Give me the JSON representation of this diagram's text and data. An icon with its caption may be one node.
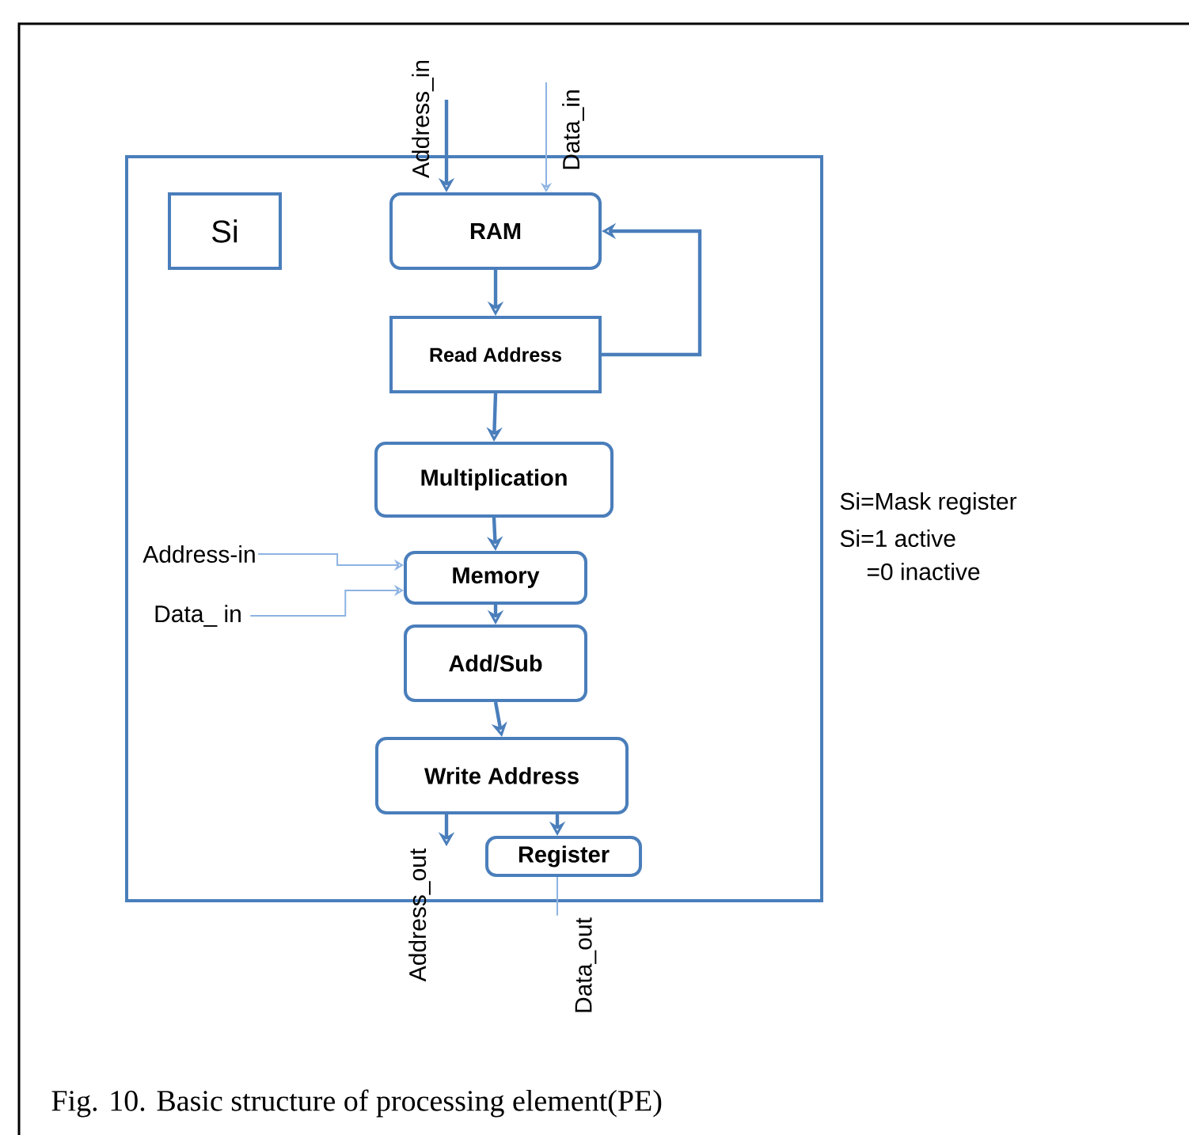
{
  "diagram": {
    "caption": "Fig. 10. Basic structure of processing element(PE)",
    "nodes": [
      {
        "text": [],
        "shape": "box"
      },
      {
        "text": [
          "Si"
        ],
        "in": 0
      },
      {
        "text": [
          "RAM"
        ],
        "in": 0
      },
      {
        "text": [
          "Read Address"
        ],
        "in": 0
      },
      {
        "text": [
          "Multiplication"
        ],
        "in": 0
      },
      {
        "text": [
          "Memory"
        ],
        "in": 0
      },
      {
        "text": [
          "Add/Sub"
        ],
        "in": 0
      },
      {
        "text": [
          "Write Address"
        ],
        "in": 0
      },
      {
        "text": [
          "Register"
        ],
        "in": 0
      },
      {
        "text": [
          "Address_in"
        ]
      },
      {
        "text": [
          "Data_in"
        ]
      },
      {
        "text": [
          "Address-in"
        ],
        "in": 0
      },
      {
        "text": [
          "Data_ in"
        ],
        "in": 0
      },
      {
        "text": [
          "Address_out"
        ]
      },
      {
        "text": [
          "Data_out"
        ]
      }
    ],
    "edges": [
      {
        "from": 9,
        "to": 2,
        "arrow": "to"
      },
      {
        "from": 10,
        "to": 2,
        "arrow": "to",
        "color": "#8db3e2"
      },
      {
        "from": 2,
        "to": 3,
        "arrow": "to"
      },
      {
        "from": 3,
        "to": 2,
        "arrow": "to"
      },
      {
        "from": 3,
        "to": 4,
        "arrow": "to"
      },
      {
        "from": 4,
        "to": 5,
        "arrow": "to"
      },
      {
        "from": 11,
        "to": 5,
        "arrow": "to",
        "color": "#8db3e2"
      },
      {
        "from": 12,
        "to": 5,
        "arrow": "to",
        "color": "#8db3e2"
      },
      {
        "from": 5,
        "to": 6,
        "arrow": "to"
      },
      {
        "from": 6,
        "to": 7,
        "arrow": "to"
      },
      {
        "from": 7,
        "to": 13,
        "arrow": "to"
      },
      {
        "from": 7,
        "to": 8,
        "arrow": "to"
      },
      {
        "from": 8,
        "to": 14,
        "arrow": "none",
        "color": "#8db3e2"
      }
    ],
    "labels": [
      "Si=Mask register",
      "Si=1 active",
      "=0 inactive"
    ]
  }
}
